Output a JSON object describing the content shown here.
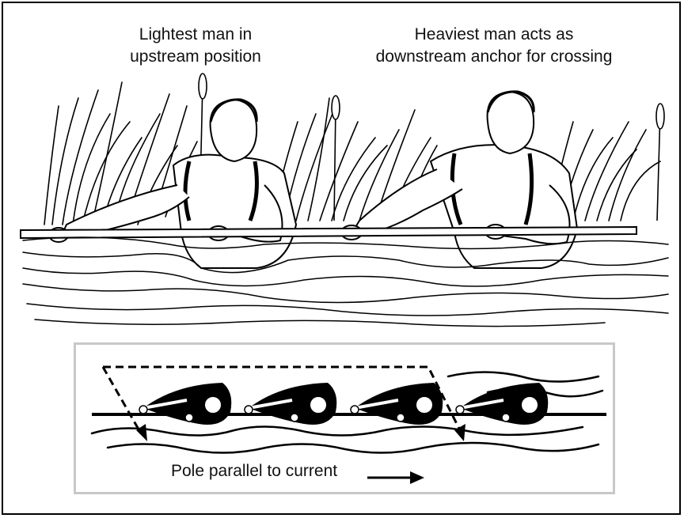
{
  "captions": {
    "left": [
      "Lightest man in",
      "upstream position"
    ],
    "right": [
      "Heaviest man acts as",
      "downstream anchor for crossing"
    ]
  },
  "inset": {
    "label": "Pole parallel to current",
    "swimmer_count": 4
  },
  "colors": {
    "ink": "#000000",
    "frame": "#000000",
    "inset_border": "#c8c8c8"
  },
  "icons": [
    "reed-icon",
    "cattail-icon",
    "swimmer-icon",
    "arrow-right-icon",
    "dashed-arrow-icon"
  ]
}
